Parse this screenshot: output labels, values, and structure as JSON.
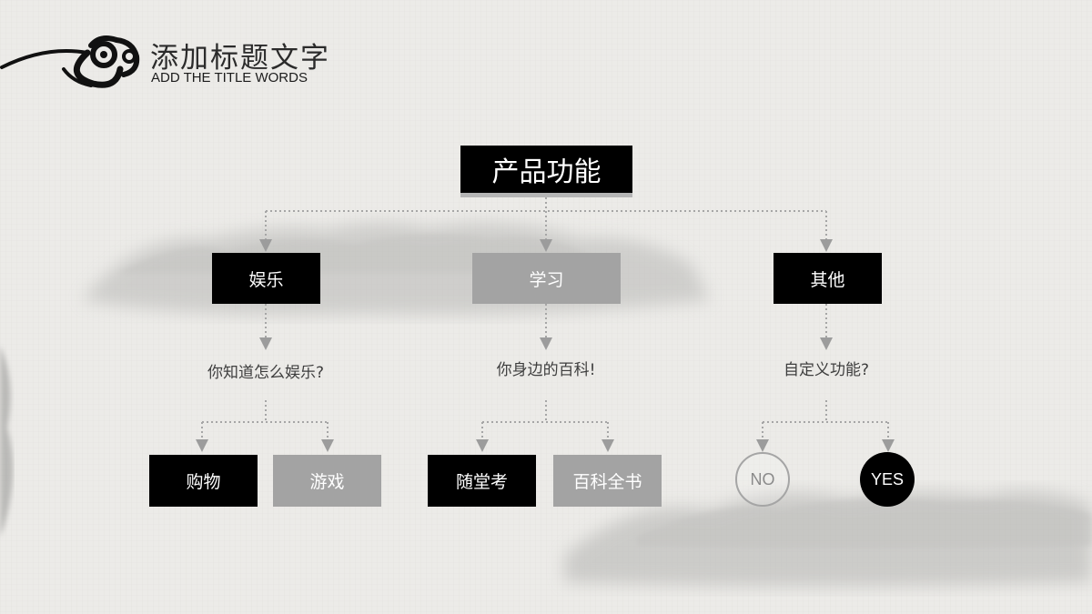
{
  "header": {
    "title_cn": "添加标题文字",
    "title_en": "ADD THE TITLE WORDS"
  },
  "diagram": {
    "root": "产品功能",
    "branches": [
      {
        "label": "娱乐",
        "question": "你知道怎么娱乐?",
        "children": [
          "购物",
          "游戏"
        ]
      },
      {
        "label": "学习",
        "question": "你身边的百科!",
        "children": [
          "随堂考",
          "百科全书"
        ]
      },
      {
        "label": "其他",
        "question": "自定义功能?",
        "children": [
          "NO",
          "YES"
        ]
      }
    ]
  },
  "colors": {
    "background": "#ecebe8",
    "dark_box": "#000000",
    "gray_box": "#a3a3a3",
    "connector": "#a6a6a6"
  },
  "icons": [
    "cloud-ornament-icon"
  ]
}
